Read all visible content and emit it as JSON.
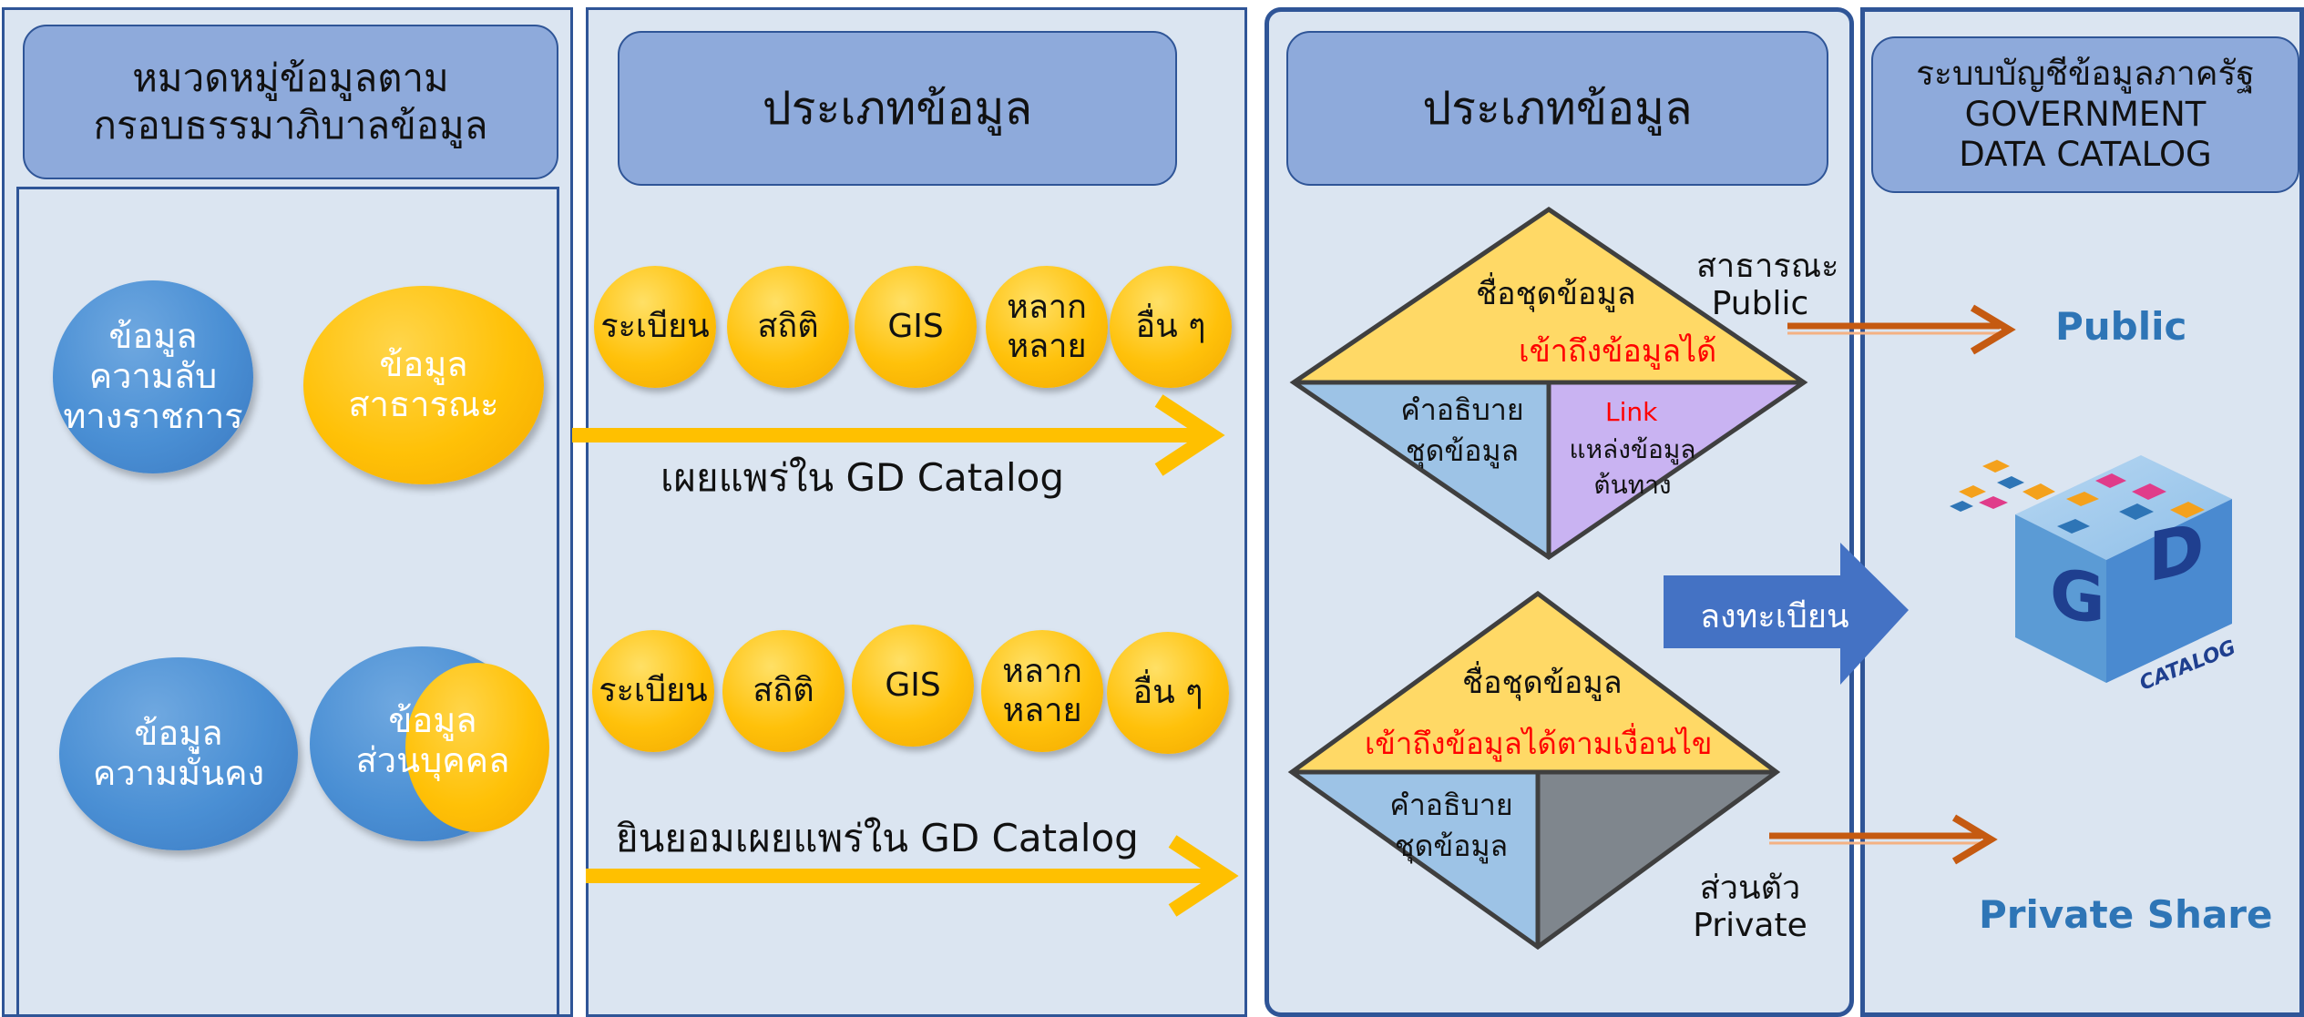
{
  "panel1": {
    "header": [
      "หมวดหมู่ข้อมูลตาม",
      "กรอบธรรมาภิบาลข้อมูล"
    ],
    "secret": [
      "ข้อมูล",
      "ความลับ",
      "ทางราชการ"
    ],
    "public": [
      "ข้อมูล",
      "สาธารณะ"
    ],
    "security": [
      "ข้อมูล",
      "ความมั่นคง"
    ],
    "personal": [
      "ข้อมูล",
      "ส่วนบุคคล"
    ]
  },
  "panel2": {
    "header": "ประเภทข้อมูล",
    "row1": [
      "ระเบียน",
      "สถิติ",
      "GIS",
      "หลาก\nหลาย",
      "อื่น ๆ"
    ],
    "row2": [
      "ระเบียน",
      "สถิติ",
      "GIS",
      "หลาก\nหลาย",
      "อื่น ๆ"
    ],
    "publish_label": "เผยแพร่ใน GD Catalog",
    "consent_label": "ยินยอมเผยแพร่ใน GD Catalog"
  },
  "panel3": {
    "header": "ประเภทข้อมูล",
    "d1_name": "ชื่อชุดข้อมูล",
    "d1_access": "เข้าถึงข้อมูลได้",
    "d1_desc": [
      "คำอธิบาย",
      "ชุดข้อมูล"
    ],
    "d1_link": "Link",
    "d1_source": [
      "แหล่งข้อมูล",
      "ต้นทาง"
    ],
    "d2_name": "ชื่อชุดข้อมูล",
    "d2_access": "เข้าถึงข้อมูลได้ตามเงื่อนไข",
    "d2_desc": [
      "คำอธิบาย",
      "ชุดข้อมูล"
    ],
    "public_th": "สาธารณะ",
    "public_en": "Public",
    "register": "ลงทะเบียน",
    "private_th": "ส่วนตัว",
    "private_en": "Private"
  },
  "panel4": {
    "header": [
      "ระบบบัญชีข้อมูลภาครัฐ",
      "GOVERNMENT",
      "DATA CATALOG"
    ],
    "public": "Public",
    "private_share": "Private Share",
    "logo_letters": [
      "G",
      "D"
    ],
    "logo_word": "CATALOG"
  },
  "colors": {
    "panel_bg": "#dbe5f1",
    "border": "#2f5597",
    "header_bg": "#8eaadb",
    "yellow": "#ffc107",
    "blue_ellipse": "#4a8fd4",
    "diamond_top": "#ffd966",
    "diamond_left": "#9dc3e6",
    "diamond_right_purple": "#c9b3f2",
    "diamond_right_gray": "#7f868d",
    "red_text": "#ff0000",
    "orange_arrow": "#c55a11",
    "blue_text": "#2e75b6",
    "register_arrow": "#4472c4"
  }
}
